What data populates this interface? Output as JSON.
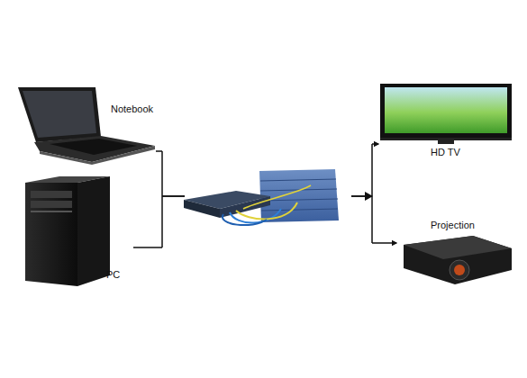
{
  "diagram": {
    "nodes": [
      {
        "text": [
          "Notebook"
        ]
      },
      {
        "text": [
          "PC"
        ]
      },
      {
        "text": [
          "HD TV"
        ]
      },
      {
        "text": [
          "Projection"
        ]
      }
    ],
    "edges": [
      {
        "from": 0,
        "to": 2,
        "arrow": "to"
      },
      {
        "from": 0,
        "to": 3,
        "arrow": "to"
      },
      {
        "from": 1,
        "to": 2,
        "arrow": "to"
      },
      {
        "from": 1,
        "to": 3,
        "arrow": "to"
      }
    ]
  }
}
